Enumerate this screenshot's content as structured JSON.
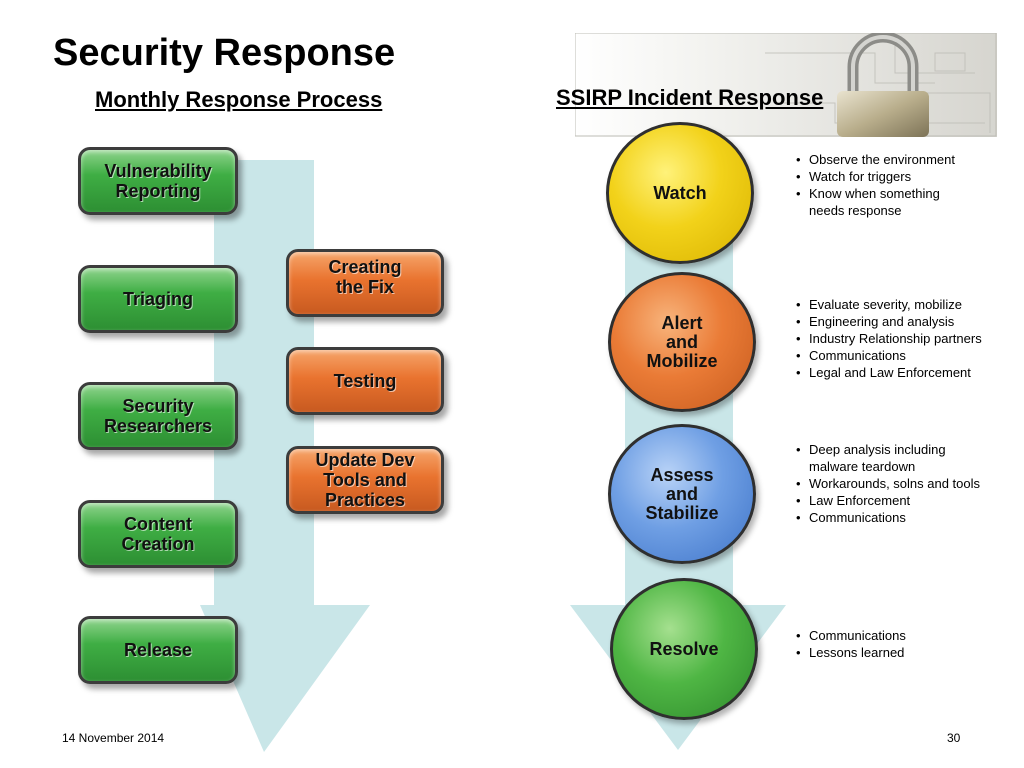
{
  "title": "Security Response",
  "left_heading": "Monthly Response Process",
  "right_heading": "SSIRP Incident Response",
  "process_steps": [
    "Vulnerability\nReporting",
    "Triaging",
    "Security\nResearchers",
    "Content\nCreation",
    "Release"
  ],
  "fix_steps": [
    "Creating\nthe Fix",
    "Testing",
    "Update Dev\nTools and\nPractices"
  ],
  "phases": [
    {
      "name": "Watch",
      "color": "#f2d21a",
      "bullets": [
        "Observe the environment",
        "Watch for triggers",
        "Know when something\nneeds response"
      ]
    },
    {
      "name": "Alert\nand\nMobilize",
      "color": "#ea7b36",
      "bullets": [
        "Evaluate severity, mobilize",
        "Engineering and analysis",
        "Industry Relationship partners",
        "Communications",
        "Legal and Law Enforcement"
      ]
    },
    {
      "name": "Assess\nand\nStabilize",
      "color": "#6f9fe4",
      "bullets": [
        "Deep analysis including\nmalware teardown",
        "Workarounds, solns and tools",
        "Law Enforcement",
        "Communications"
      ]
    },
    {
      "name": "Resolve",
      "color": "#4fb644",
      "bullets": [
        "Communications",
        "Lessons learned"
      ]
    }
  ],
  "footer": {
    "date": "14 November 2014",
    "page": "30"
  },
  "colors": {
    "arrow": "#c9e6e8",
    "green": "#3fae44",
    "orange": "#e9732f"
  }
}
